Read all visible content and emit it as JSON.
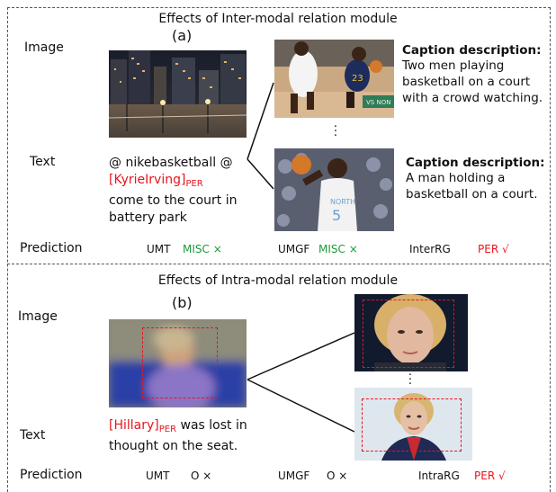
{
  "panel_a": {
    "title": "Effects of Inter-modal relation module",
    "label": "(a)",
    "image_label": "Image",
    "text_label": "Text",
    "prediction_label": "Prediction",
    "text_prefix": "@ nikebasketball @",
    "entity": "[KyrieIrving]",
    "entity_tag": "PER",
    "text_rest_1": "come to the court in",
    "text_rest_2": "battery park",
    "caption1_heading": "Caption description:",
    "caption1_lines": [
      "Two men playing",
      "basketball on a court",
      "with a crowd watching."
    ],
    "caption2_heading": "Caption description:",
    "caption2_lines": [
      "A man holding a",
      "basketball on a court."
    ],
    "predictions": [
      {
        "model": "UMT",
        "result": "MISC ×",
        "color": "#1b9a3c"
      },
      {
        "model": "UMGF",
        "result": "MISC ×",
        "color": "#1b9a3c"
      },
      {
        "model": "InterRG",
        "result": "PER √",
        "color": "#e8141c"
      }
    ]
  },
  "panel_b": {
    "title": "Effects of Intra-modal relation module",
    "label": "(b)",
    "image_label": "Image",
    "text_label": "Text",
    "prediction_label": "Prediction",
    "entity": "[Hillary]",
    "entity_tag": "PER",
    "text_rest_1": " was lost in",
    "text_rest_2": "thought on the seat.",
    "predictions": [
      {
        "model": "UMT",
        "result": "O ×",
        "color": "#111111"
      },
      {
        "model": "UMGF",
        "result": "O ×",
        "color": "#111111"
      },
      {
        "model": "IntraRG",
        "result": "PER √",
        "color": "#e8141c"
      }
    ]
  },
  "colors": {
    "entity": "#e8141c",
    "wrong": "#1b9a3c",
    "correct": "#e8141c"
  }
}
